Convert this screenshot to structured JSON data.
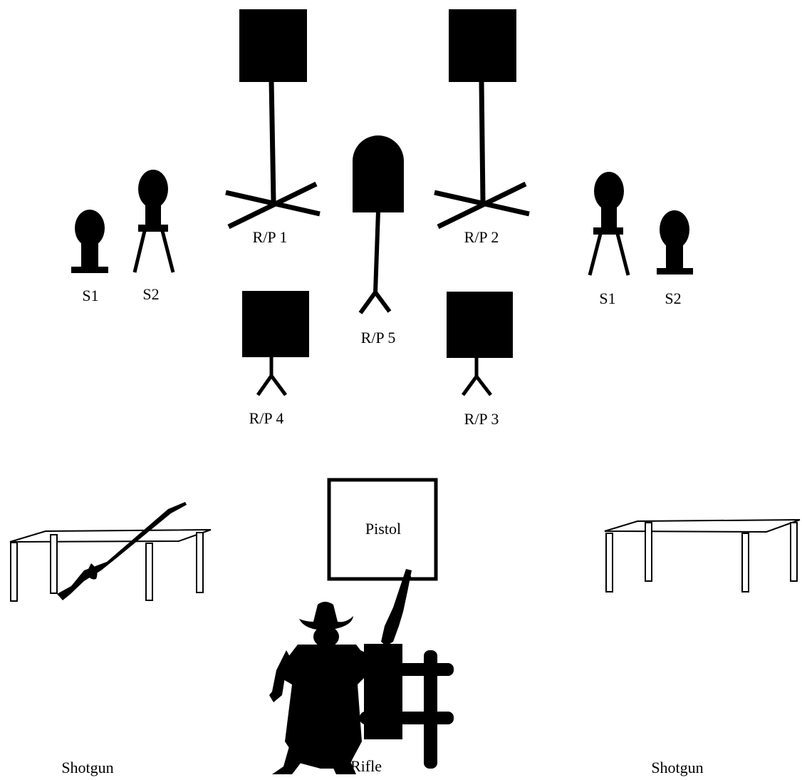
{
  "labels": {
    "rp1": "R/P 1",
    "rp2": "R/P 2",
    "rp3": "R/P 3",
    "rp4": "R/P 4",
    "rp5": "R/P 5",
    "left_s1": "S1",
    "left_s2": "S2",
    "right_s1": "S1",
    "right_s2": "S2",
    "pistol": "Pistol",
    "rifle": "Rifle",
    "shotgun_left": "Shotgun",
    "shotgun_right": "Shotgun"
  },
  "colors": {
    "ink": "#000000",
    "background": "#ffffff"
  }
}
